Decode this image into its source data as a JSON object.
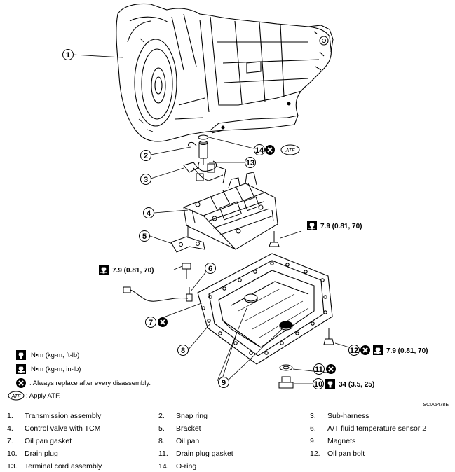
{
  "figure_code": "SCIA5478E",
  "callouts": {
    "c1": "1",
    "c2": "2",
    "c3": "3",
    "c4": "4",
    "c5": "5",
    "c6": "6",
    "c7": "7",
    "c8": "8",
    "c9": "9",
    "c10": "10",
    "c11": "11",
    "c12": "12",
    "c13": "13",
    "c14": "14"
  },
  "torque": {
    "control_valve_bolt": "7.9  (0.81,  70)",
    "tcm_bolt": "7.9  (0.81,  70)",
    "oil_pan_bolt": "7.9  (0.81,  70)",
    "drain_plug": "34  (3.5,  25)"
  },
  "symbols": {
    "atf": "ATF"
  },
  "legend": {
    "nm_kgm_ftlb": "N•m  (kg-m,  ft-lb)",
    "nm_kgm_inlb": "N•m  (kg-m,  in-lb)",
    "replace": ": Always replace after every disassembly.",
    "apply_atf": ": Apply ATF."
  },
  "parts": [
    {
      "num": "1.",
      "name": "Transmission assembly"
    },
    {
      "num": "2.",
      "name": "Snap ring"
    },
    {
      "num": "3.",
      "name": "Sub-harness"
    },
    {
      "num": "4.",
      "name": "Control valve with TCM"
    },
    {
      "num": "5.",
      "name": "Bracket"
    },
    {
      "num": "6.",
      "name": "A/T fluid temperature sensor 2"
    },
    {
      "num": "7.",
      "name": "Oil pan gasket"
    },
    {
      "num": "8.",
      "name": "Oil pan"
    },
    {
      "num": "9.",
      "name": "Magnets"
    },
    {
      "num": "10.",
      "name": "Drain plug"
    },
    {
      "num": "11.",
      "name": "Drain plug gasket"
    },
    {
      "num": "12.",
      "name": "Oil pan bolt"
    },
    {
      "num": "13.",
      "name": "Terminal cord assembly"
    },
    {
      "num": "14.",
      "name": "O-ring"
    }
  ]
}
